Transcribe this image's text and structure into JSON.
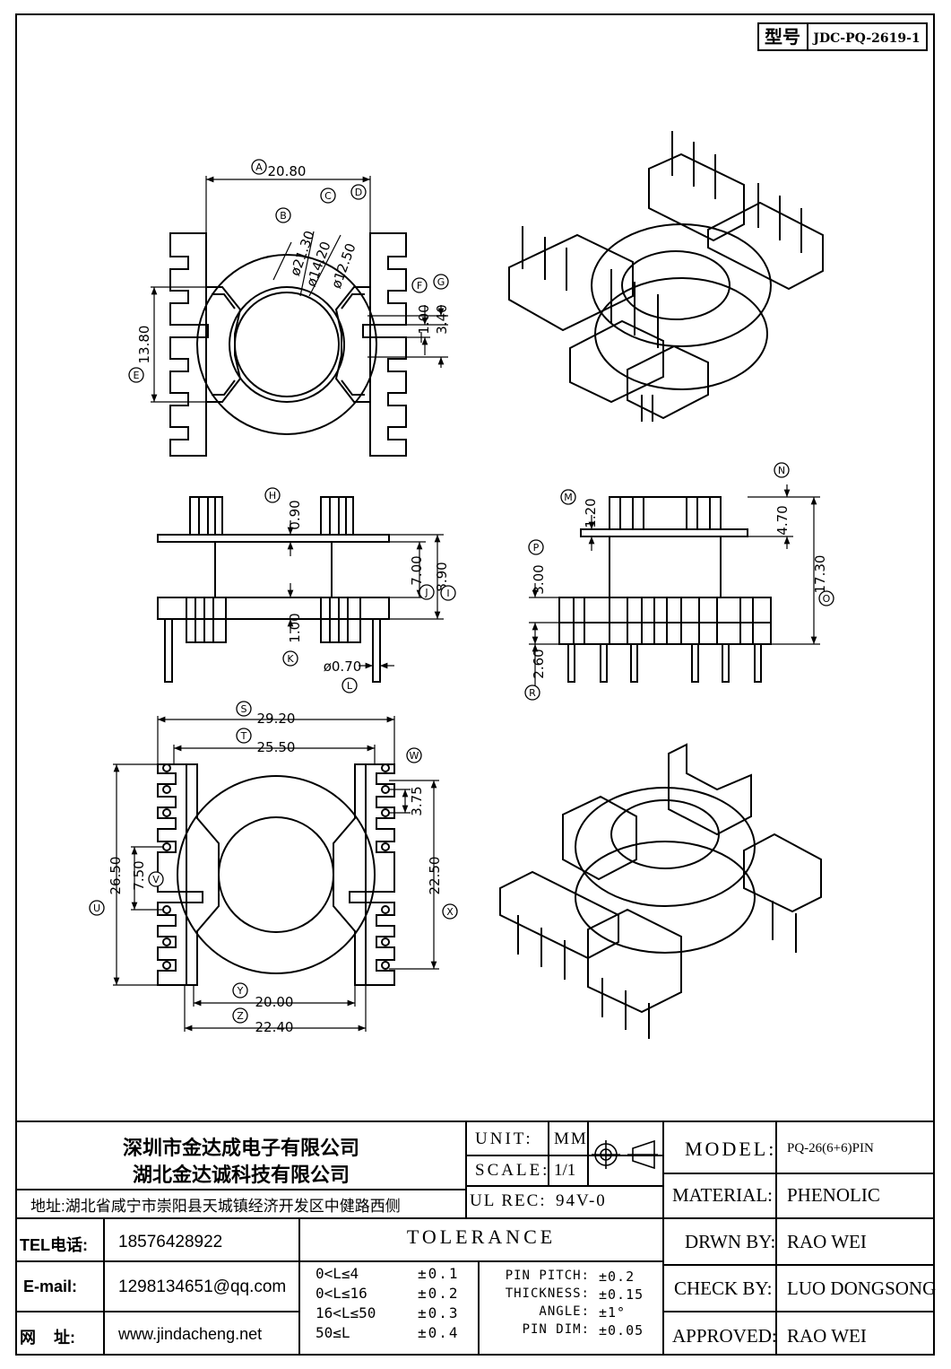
{
  "model_tag": {
    "label": "型号",
    "value": "JDC-PQ-2619-1"
  },
  "dimensions": {
    "A": {
      "letter": "A",
      "value": "20.80"
    },
    "B": {
      "letter": "B",
      "value": "ø21.30"
    },
    "C": {
      "letter": "C",
      "value": "ø14.20"
    },
    "D": {
      "letter": "D",
      "value": "ø12.50"
    },
    "E": {
      "letter": "E",
      "value": "13.80"
    },
    "F": {
      "letter": "F",
      "value": "1.00"
    },
    "G": {
      "letter": "G",
      "value": "3.40"
    },
    "H": {
      "letter": "H",
      "value": "0.90"
    },
    "I": {
      "letter": "I",
      "value": "8.90"
    },
    "J": {
      "letter": "J",
      "value": "7.00"
    },
    "K": {
      "letter": "K",
      "value": "1.00"
    },
    "L": {
      "letter": "L",
      "value": "ø0.70"
    },
    "M": {
      "letter": "M",
      "value": "1.20"
    },
    "N": {
      "letter": "N",
      "value": "4.70"
    },
    "O": {
      "letter": "O",
      "value": "17.30"
    },
    "P": {
      "letter": "P",
      "value": "3.00"
    },
    "R": {
      "letter": "R",
      "value": "2.60"
    },
    "S": {
      "letter": "S",
      "value": "29.20"
    },
    "T": {
      "letter": "T",
      "value": "25.50"
    },
    "U": {
      "letter": "U",
      "value": "26.50"
    },
    "V": {
      "letter": "V",
      "value": "7.50"
    },
    "W": {
      "letter": "W",
      "value": "3.75"
    },
    "X": {
      "letter": "X",
      "value": "22.50"
    },
    "Y": {
      "letter": "Y",
      "value": "20.00"
    },
    "Z": {
      "letter": "Z",
      "value": "22.40"
    }
  },
  "title_block": {
    "company_1": "深圳市金达成电子有限公司",
    "company_2": "湖北金达诚科技有限公司",
    "address": "地址:湖北省咸宁市崇阳县天城镇经济开发区中健路西侧",
    "tel_label": "TEL电话:",
    "tel_value": "18576428922",
    "email_label": "E-mail:",
    "email_value": "1298134651@qq.com",
    "web_label": "网    址:",
    "web_value": "www.jindacheng.net",
    "unit_label": "UNIT:",
    "unit_value": "MM",
    "scale_label": "SCALE:",
    "scale_value": "1/1",
    "ulrec_label": "UL REC:",
    "ulrec_value": "94V-0",
    "model_label": "MODEL:",
    "model_value": "PQ-26(6+6)PIN",
    "material_label": "MATERIAL:",
    "material_value": "PHENOLIC",
    "drawn_label": "DRWN BY:",
    "drawn_value": "RAO WEI",
    "check_label": "CHECK BY:",
    "check_value": "LUO DONGSONG",
    "approved_label": "APPROVED:",
    "approved_value": "RAO WEI",
    "tolerance_title": "TOLERANCE",
    "tol_rows": [
      {
        "range": "0<L≤4",
        "tol": "±0.1"
      },
      {
        "range": "0<L≤16",
        "tol": "±0.2"
      },
      {
        "range": "16<L≤50",
        "tol": "±0.3"
      },
      {
        "range": "50≤L",
        "tol": "±0.4"
      }
    ],
    "pin_rows": [
      {
        "label": "PIN PITCH:",
        "tol": "±0.2"
      },
      {
        "label": "THICKNESS:",
        "tol": "±0.15"
      },
      {
        "label": "ANGLE:",
        "tol": "±1°"
      },
      {
        "label": "PIN DIM:",
        "tol": "±0.05"
      }
    ]
  }
}
